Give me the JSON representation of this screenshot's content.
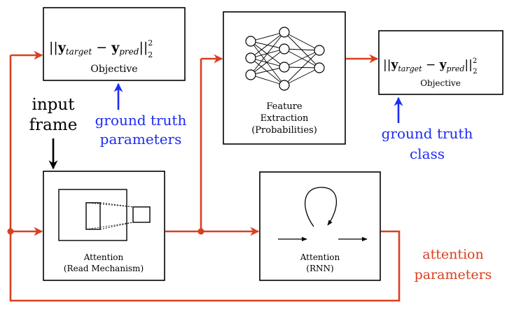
{
  "colors": {
    "flow": "#d9401f",
    "ground_truth": "#1d2cf5",
    "text": "#000000"
  },
  "objective_left": {
    "formula_prefix": "||",
    "bold_y": "y",
    "sub_target": "target",
    "minus": " − ",
    "sub_pred": "pred",
    "formula_suffix": "||",
    "sup": "2",
    "sub": "2",
    "label": "Objective"
  },
  "objective_right": {
    "formula_prefix": "||",
    "bold_y": "y",
    "sub_target": "target",
    "minus": " − ",
    "sub_pred": "pred",
    "formula_suffix": "||",
    "sup": "2",
    "sub": "2",
    "label": "Objective"
  },
  "feature_box": {
    "line1": "Feature",
    "line2": "Extraction",
    "line3": "(Probabilities)"
  },
  "read_box": {
    "line1": "Attention",
    "line2": "(Read Mechanism)"
  },
  "rnn_box": {
    "line1": "Attention",
    "line2": "(RNN)"
  },
  "input_label": {
    "line1": "input",
    "line2": "frame"
  },
  "gt_params": {
    "line1": "ground truth",
    "line2": "parameters"
  },
  "gt_class": {
    "line1": "ground truth",
    "line2": "class"
  },
  "attn_params": {
    "line1": "attention",
    "line2": "parameters"
  }
}
